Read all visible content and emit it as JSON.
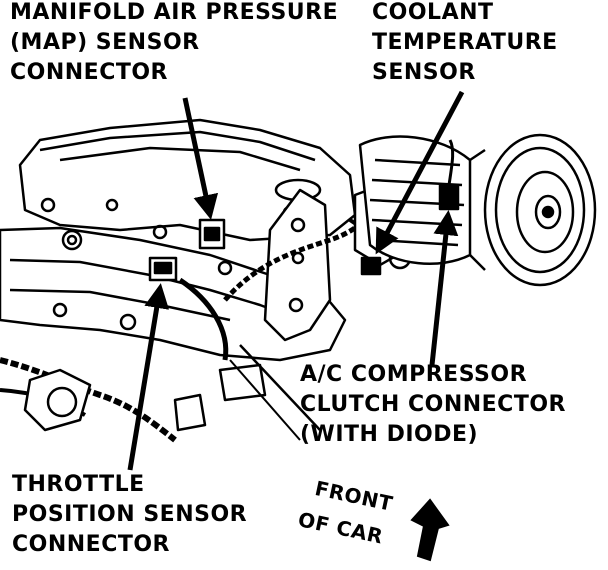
{
  "labels": {
    "map": [
      "MANIFOLD AIR PRESSURE",
      "(MAP) SENSOR",
      "CONNECTOR"
    ],
    "coolant": [
      "COOLANT",
      "TEMPERATURE",
      "SENSOR"
    ],
    "ac": [
      "A/C COMPRESSOR",
      "CLUTCH CONNECTOR",
      "(WITH DIODE)"
    ],
    "tps": [
      "THROTTLE",
      "POSITION SENSOR",
      "CONNECTOR"
    ],
    "front": [
      "FRONT",
      "OF CAR"
    ]
  }
}
